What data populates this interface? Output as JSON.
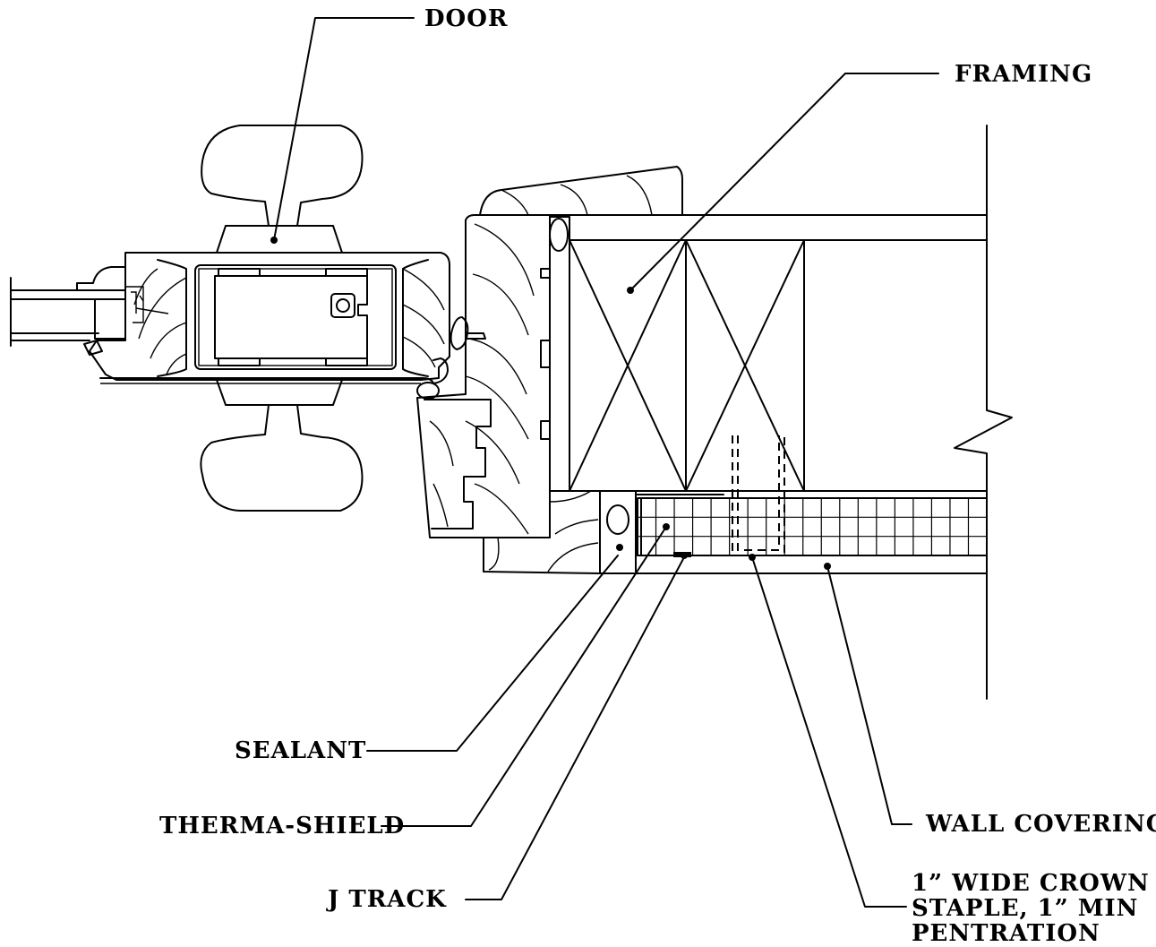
{
  "labels": {
    "door": "DOOR",
    "framing": "FRAMING",
    "sealant": "SEALANT",
    "therma_shield": "THERMA-SHIELD",
    "j_track": "J  TRACK",
    "wall_covering": "WALL  COVERING",
    "staple_line1": "1”  WIDE  CROWN",
    "staple_line2": "STAPLE,  1”  MIN",
    "staple_line3": "PENTRATION"
  }
}
